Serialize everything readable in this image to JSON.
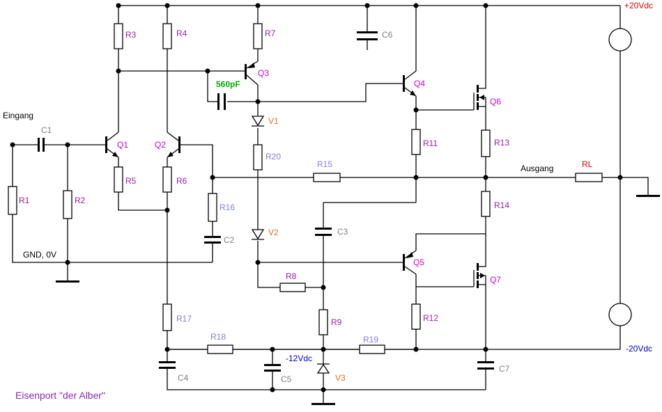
{
  "labels": {
    "eingang": "Eingang",
    "ausgang": "Ausgang",
    "gnd": "GND, 0V",
    "vpos": "+20Vdc",
    "vneg": "-20Vdc",
    "vm12": "-12Vdc",
    "cap560": "560pF",
    "title": "Eisenport  \"der Alber\""
  },
  "components": {
    "R1": "R1",
    "R2": "R2",
    "R3": "R3",
    "R4": "R4",
    "R5": "R5",
    "R6": "R6",
    "R7": "R7",
    "R8": "R8",
    "R9": "R9",
    "R11": "R11",
    "R12": "R12",
    "R13": "R13",
    "R14": "R14",
    "R15": "R15",
    "R16": "R16",
    "R17": "R17",
    "R18": "R18",
    "R19": "R19",
    "R20": "R20",
    "RL": "RL",
    "C1": "C1",
    "C2": "C2",
    "C3": "C3",
    "C4": "C4",
    "C5": "C5",
    "C6": "C6",
    "C7": "C7",
    "Q1": "Q1",
    "Q2": "Q2",
    "Q3": "Q3",
    "Q4": "Q4",
    "Q5": "Q5",
    "Q6": "Q6",
    "Q7": "Q7",
    "V1": "V1",
    "V2": "V2",
    "V3": "V3"
  }
}
